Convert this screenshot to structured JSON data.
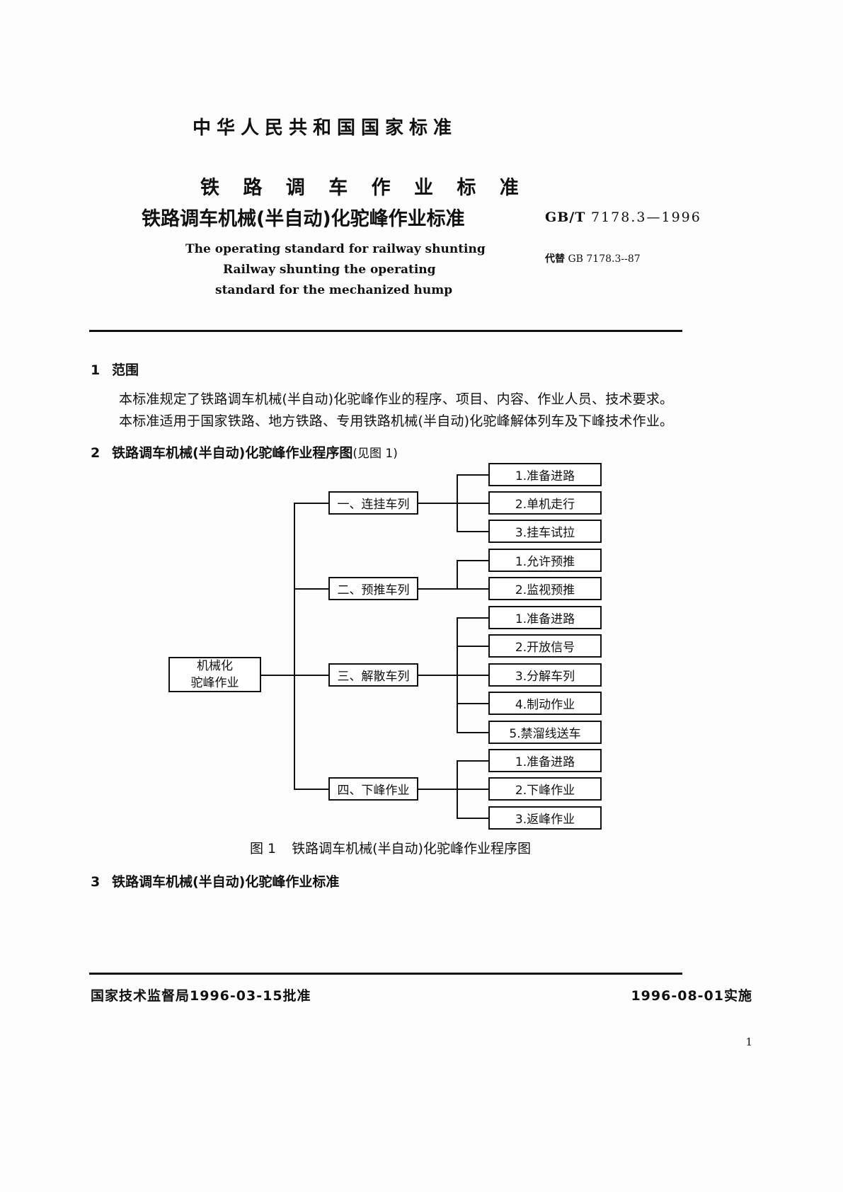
{
  "header": {
    "national_standard": "中华人民共和国国家标准",
    "title_line1": "铁 路 调 车 作 业 标 准",
    "title_line2": "铁路调车机械(半自动)化驼峰作业标准",
    "standard_number_prefix": "GB/T",
    "standard_number": "7178.3—1996",
    "replaces": "代替 GB 7178.3--87",
    "replaces_cn": "代替",
    "replaces_en": "GB 7178.3--87",
    "english_title_line1": "The operating standard for railway shunting",
    "english_title_line2": "Railway shunting the operating",
    "english_title_line3": "standard for the mechanized hump"
  },
  "sections": {
    "s1": {
      "number": "1",
      "title": "范围",
      "para1": "本标准规定了铁路调车机械(半自动)化驼峰作业的程序、项目、内容、作业人员、技术要求。",
      "para2": "本标准适用于国家铁路、地方铁路、专用铁路机械(半自动)化驼峰解体列车及下峰技术作业。"
    },
    "s2": {
      "number": "2",
      "title": "铁路调车机械(半自动)化驼峰作业程序图",
      "note": "(见图 1)"
    },
    "s3": {
      "number": "3",
      "title": "铁路调车机械(半自动)化驼峰作业标准"
    }
  },
  "figure": {
    "caption_label": "图 1",
    "caption_text": "铁路调车机械(半自动)化驼峰作业程序图",
    "root": {
      "line1": "机械化",
      "line2": "驼峰作业"
    },
    "branches": [
      {
        "label": "一、连挂车列",
        "items": [
          "1.准备进路",
          "2.单机走行",
          "3.挂车试拉"
        ]
      },
      {
        "label": "二、预推车列",
        "items": [
          "1.允许预推",
          "2.监视预推"
        ]
      },
      {
        "label": "三、解散车列",
        "items": [
          "1.准备进路",
          "2.开放信号",
          "3.分解车列",
          "4.制动作业",
          "5.禁溜线送车"
        ]
      },
      {
        "label": "四、下峰作业",
        "items": [
          "1.准备进路",
          "2.下峰作业",
          "3.返峰作业"
        ]
      }
    ]
  },
  "footer": {
    "approval": "国家技术监督局1996-03-15批准",
    "implementation": "1996-08-01实施",
    "page_number": "1"
  }
}
